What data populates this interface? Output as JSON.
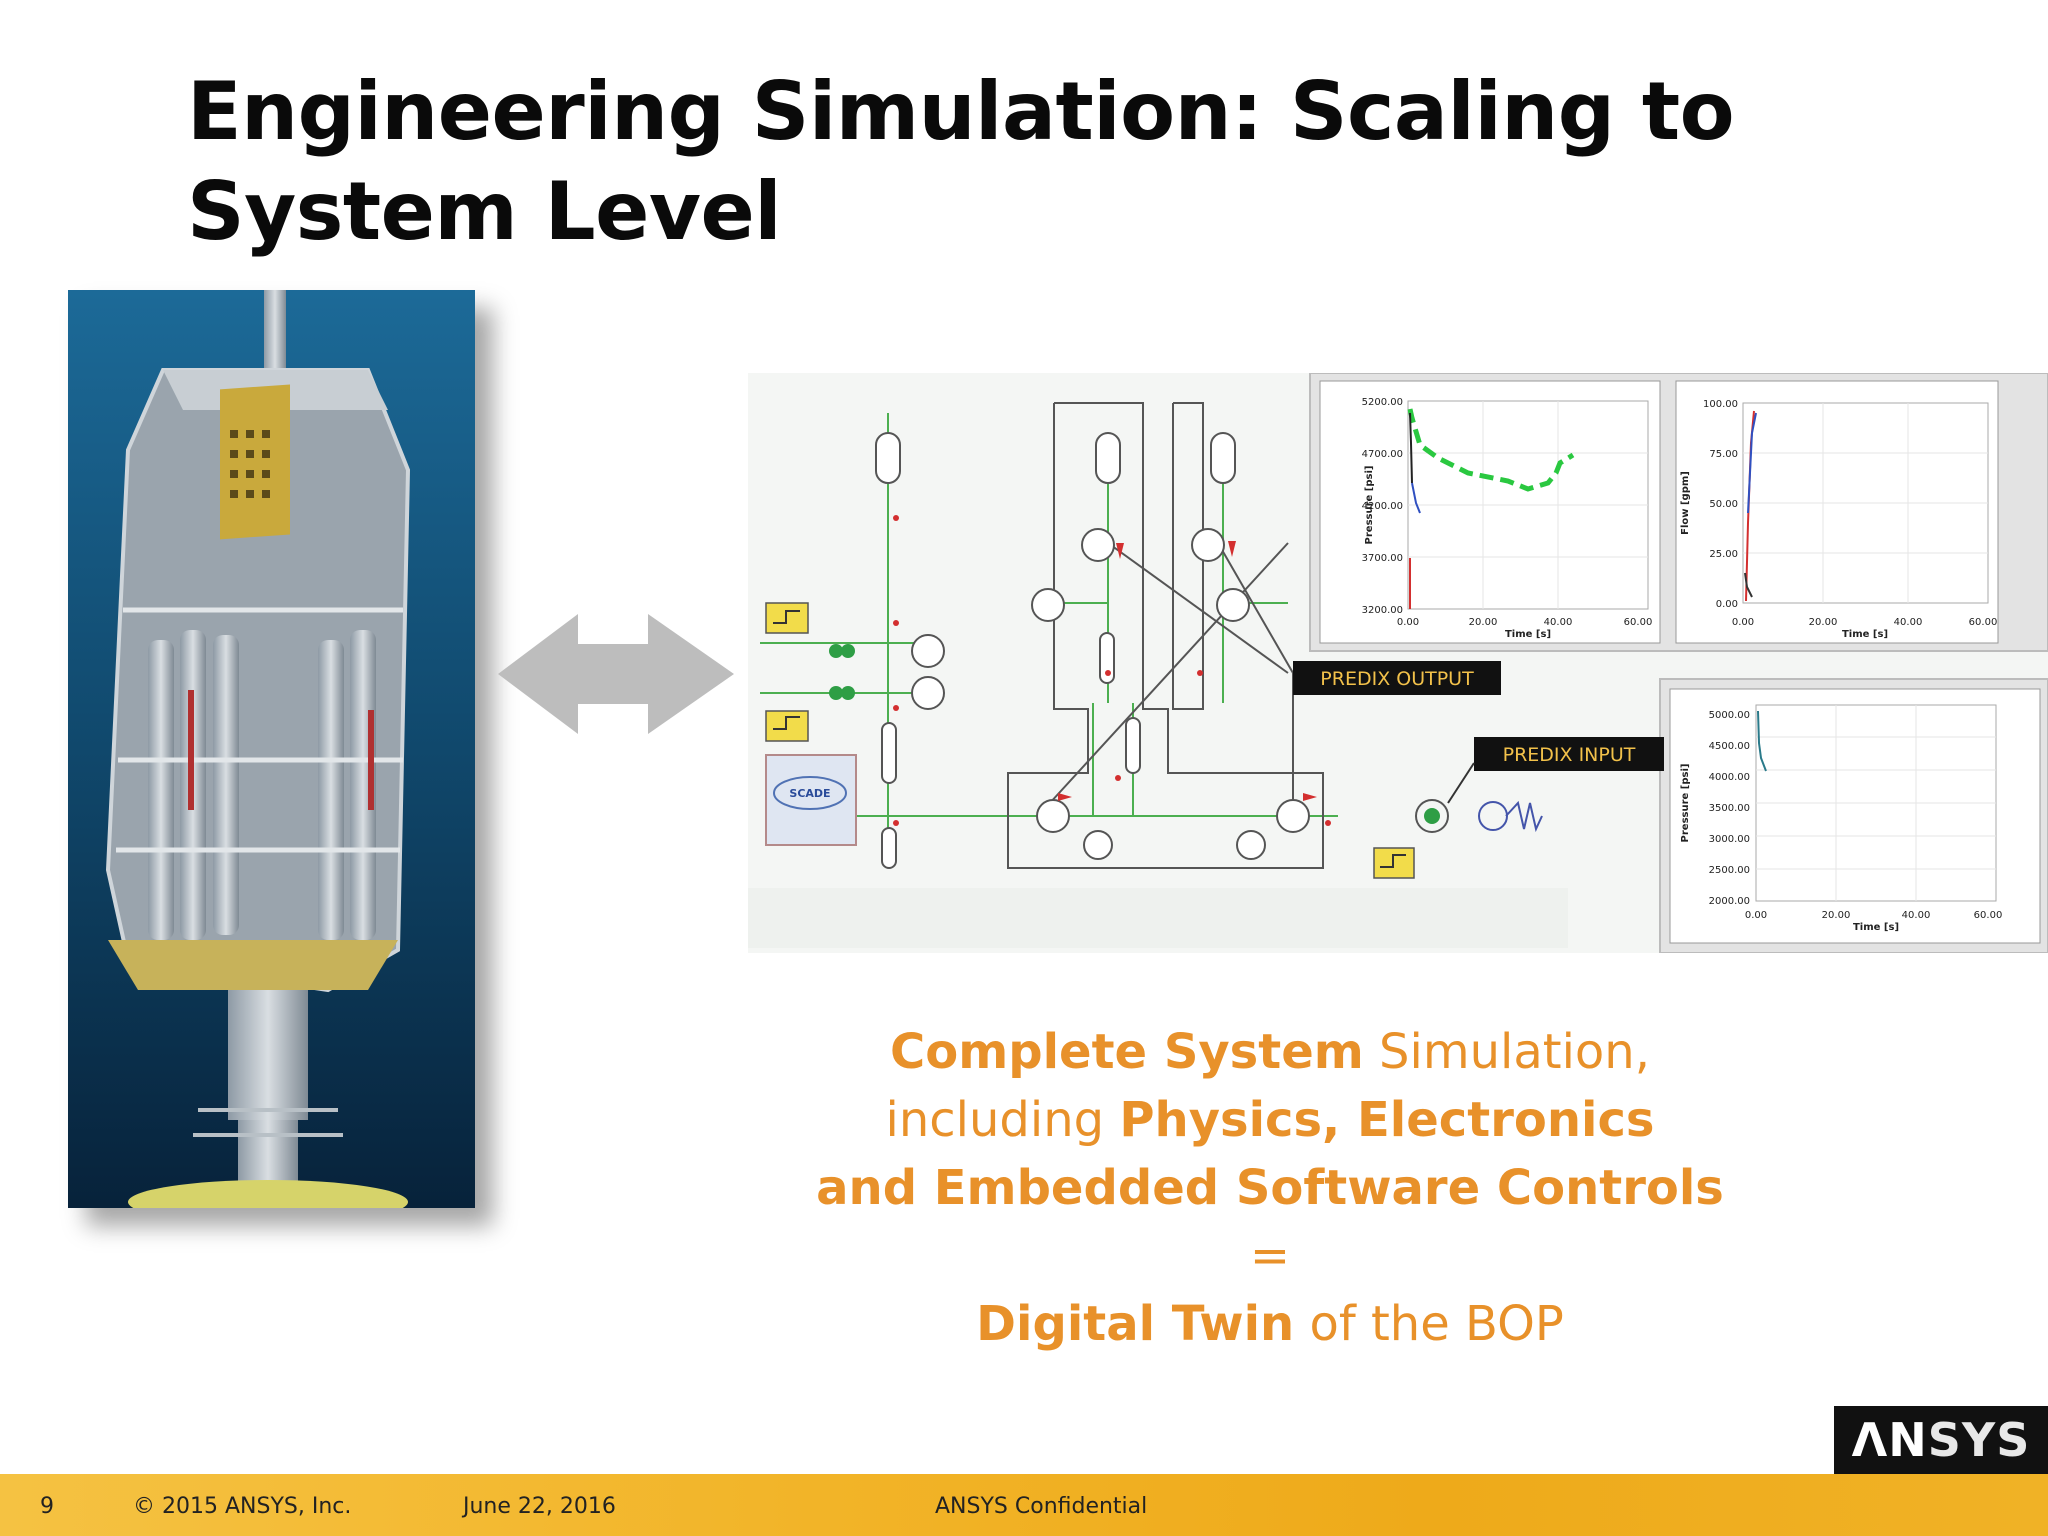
{
  "slide": {
    "title": "Engineering Simulation: Scaling to System Level",
    "caption": {
      "line1_bold": "Complete System",
      "line1_rest": " Simulation,",
      "line2_pre": "including ",
      "line2_bold": "Physics, Electronics",
      "line3_bold": "and Embedded Software Controls",
      "line4": "=",
      "line5_bold": "Digital Twin",
      "line5_rest": " of the BOP"
    }
  },
  "diagram": {
    "predix_output": "PREDIX OUTPUT",
    "predix_input": "PREDIX INPUT",
    "scade_label": "SCADE",
    "chart1": {
      "ylabel": "Pressure [psi]",
      "xlabel": "Time [s]",
      "yticks": [
        "5200.00",
        "4700.00",
        "4200.00",
        "3700.00",
        "3200.00"
      ],
      "xticks": [
        "0.00",
        "20.00",
        "40.00",
        "60.00"
      ]
    },
    "chart2": {
      "ylabel": "Flow [gpm]",
      "xlabel": "Time [s]",
      "yticks": [
        "100.00",
        "75.00",
        "50.00",
        "25.00",
        "0.00"
      ],
      "xticks": [
        "0.00",
        "20.00",
        "40.00",
        "60.00"
      ]
    },
    "chart3": {
      "ylabel": "Pressure [psi]",
      "xlabel": "Time [s]",
      "yticks": [
        "5000.00",
        "4500.00",
        "4000.00",
        "3500.00",
        "3000.00",
        "2500.00",
        "2000.00"
      ],
      "xticks": [
        "0.00",
        "20.00",
        "40.00",
        "60.00"
      ]
    }
  },
  "colors": {
    "accent_orange": "#e8912a",
    "footer_gold": "#f2b428",
    "predix_box": "#111111",
    "predix_text": "#f2c14a"
  },
  "footer": {
    "page_number": "9",
    "copyright": "© 2015 ANSYS, Inc.",
    "date": "June 22, 2016",
    "confidential": "ANSYS Confidential"
  },
  "logo": {
    "text_a": "ΛN",
    "text_sys": "SYS"
  }
}
